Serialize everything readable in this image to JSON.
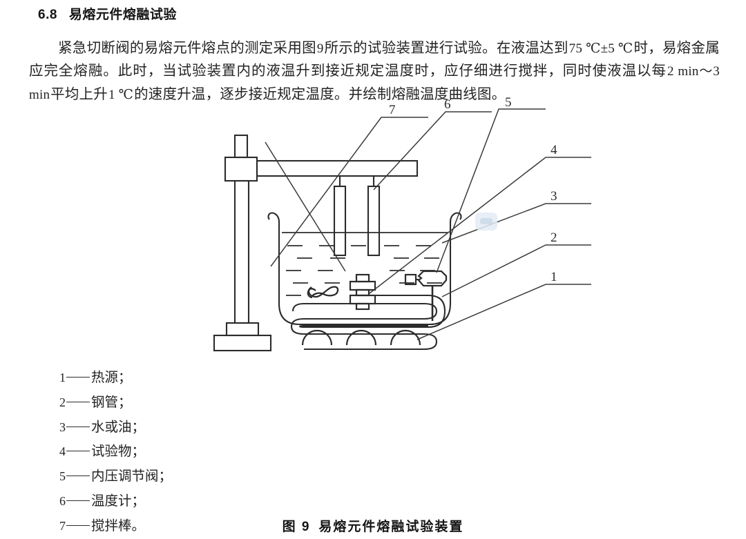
{
  "section": {
    "number": "6.8",
    "title": "易熔元件熔融试验"
  },
  "paragraph": {
    "segments": [
      {
        "t": "zh",
        "v": "紧急切断阀的易熔元件熔点的测定采用图"
      },
      {
        "t": "lat",
        "v": "9"
      },
      {
        "t": "zh",
        "v": "所示的试验装置进行试验。在液温达到"
      },
      {
        "t": "lat",
        "v": "75 ℃±5 ℃"
      },
      {
        "t": "zh",
        "v": "时，易熔金属应完全熔融。此时，当试验装置内的液温升到接近规定温度时，应仔细进行搅拌，同时使液温以每"
      },
      {
        "t": "lat",
        "v": "2 min～3 min"
      },
      {
        "t": "zh",
        "v": "平均上升"
      },
      {
        "t": "lat",
        "v": "1 ℃"
      },
      {
        "t": "zh",
        "v": "的速度升温，逐步接近规定温度。并绘制熔融温度曲线图。"
      }
    ]
  },
  "figure": {
    "caption_number": "图 9",
    "caption_title": "易熔元件熔融试验装置",
    "callouts": [
      {
        "id": "callout-7",
        "label": "7"
      },
      {
        "id": "callout-6",
        "label": "6"
      },
      {
        "id": "callout-5",
        "label": "5"
      },
      {
        "id": "callout-4",
        "label": "4"
      },
      {
        "id": "callout-3",
        "label": "3"
      },
      {
        "id": "callout-2",
        "label": "2"
      },
      {
        "id": "callout-1",
        "label": "1"
      }
    ],
    "parts": {
      "stand": "support-stand",
      "crossbar": "horizontal-crossbar",
      "rod_left": "stirrer-rod",
      "rod_right": "thermometer-rod",
      "stirrer": "stirrer-propeller",
      "specimen": "test-specimen",
      "coil": "steel-pipe-heating-coil",
      "tank": "liquid-tank",
      "valve": "pressure-regulating-valve",
      "burner": "heat-source-flames"
    }
  },
  "legend": {
    "items": [
      {
        "key": "1",
        "text": "热源；"
      },
      {
        "key": "2",
        "text": "钢管；"
      },
      {
        "key": "3",
        "text": "水或油；"
      },
      {
        "key": "4",
        "text": "试验物；"
      },
      {
        "key": "5",
        "text": "内压调节阀；"
      },
      {
        "key": "6",
        "text": "温度计；"
      },
      {
        "key": "7",
        "text": "搅拌棒。"
      }
    ]
  },
  "colors": {
    "ink": "#1a1a1a",
    "line": "#2b2b2b",
    "watermark": "#e3ecf5",
    "page": "#ffffff"
  }
}
